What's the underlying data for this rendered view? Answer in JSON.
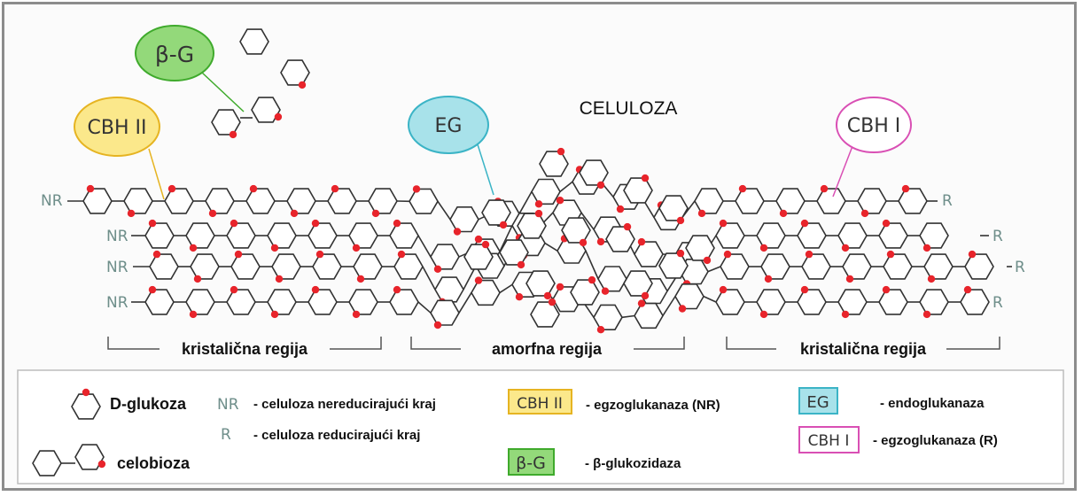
{
  "title": "CELULOZA",
  "enzymes": {
    "bg": {
      "label": "β-G",
      "fill": "#93d97a",
      "stroke": "#3faa2c"
    },
    "cbh2": {
      "label": "CBH II",
      "fill": "#fbe88b",
      "stroke": "#e6b422"
    },
    "eg": {
      "label": "EG",
      "fill": "#a8e2ea",
      "stroke": "#3bb4c6"
    },
    "cbh1": {
      "label": "CBH I",
      "fill": "#ffffff",
      "stroke": "#d94fb4"
    }
  },
  "chain_ends": {
    "nr": "NR",
    "r": "R"
  },
  "regions": {
    "left": "kristalična regija",
    "middle": "amorfna regija",
    "right": "kristalična regija"
  },
  "legend": {
    "d_glucose": "D-glukoza",
    "cellobiose": "celobioza",
    "nr_abbr": "NR",
    "nr_desc": "- celuloza nereducirajući kraj",
    "r_abbr": "R",
    "r_desc": "- celuloza reducirajući kraj",
    "cbh2_abbr": "CBH II",
    "cbh2_desc": "- egzoglukanaza (NR)",
    "bg_abbr": "β-G",
    "bg_desc": "- β-glukozidaza",
    "eg_abbr": "EG",
    "eg_desc": "- endoglukanaza",
    "cbh1_abbr": "CBH I",
    "cbh1_desc": "- egzoglukanaza (R)"
  },
  "colors": {
    "hexagon_stroke": "#333333",
    "oxygen_red": "#e8242b",
    "chain_end_text": "#6e8e8a"
  }
}
